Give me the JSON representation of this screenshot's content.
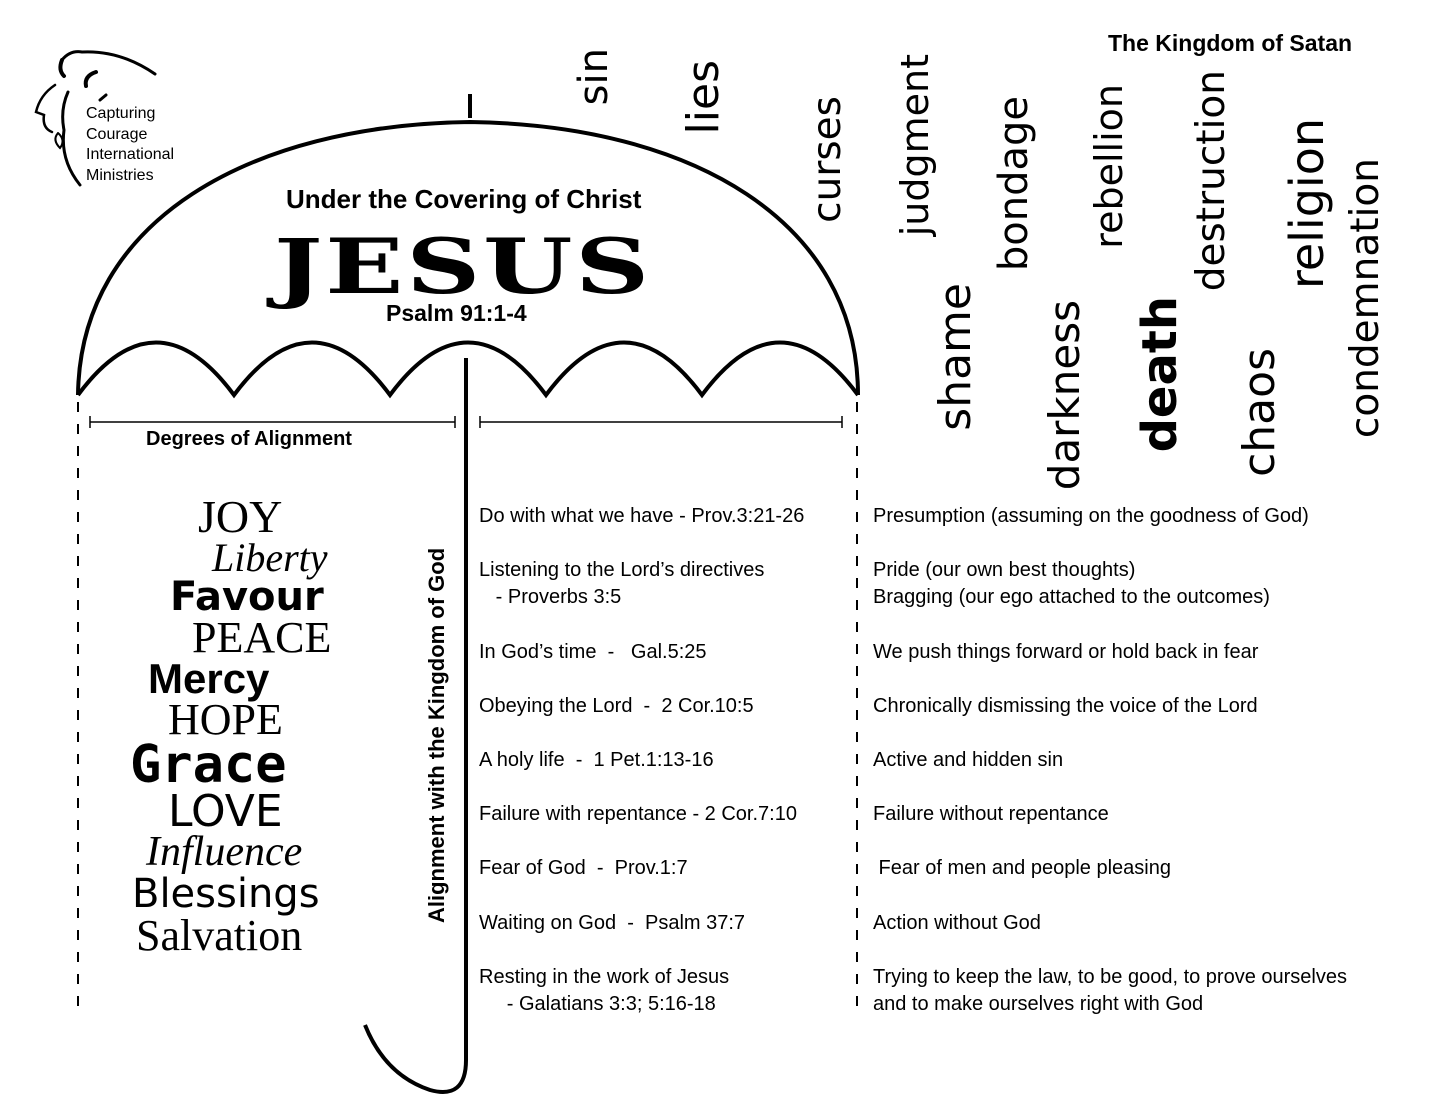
{
  "logo": {
    "lines": [
      "Capturing",
      "Courage",
      "International",
      "Ministries"
    ]
  },
  "kingdom_of_satan": {
    "title": "The Kingdom of Satan",
    "words": [
      "sin",
      "lies",
      "curses",
      "judgment",
      "bondage",
      "rebellion",
      "destruction",
      "religion",
      "condemnation",
      "shame",
      "darkness",
      "death",
      "chaos"
    ]
  },
  "umbrella": {
    "subtitle": "Under the Covering of Christ",
    "title": "JESUS",
    "verse": "Psalm 91:1-4"
  },
  "degrees_label": "Degrees of Alignment",
  "alignment_label": "Alignment with the Kingdom of God",
  "virtues": [
    "JOY",
    "Liberty",
    "Favour",
    "PEACE",
    "Mercy",
    "HOPE",
    "Grace",
    "LOVE",
    "Influence",
    "Blessings",
    "Salvation"
  ],
  "rows": [
    {
      "left": "Do with what we have - Prov.3:21-26",
      "right": "Presumption (assuming on the goodness of God)"
    },
    {
      "left": "Listening to the Lord’s directives\n   - Proverbs 3:5",
      "right": "Pride (our own best thoughts)\nBragging (our ego attached to the outcomes)"
    },
    {
      "left": "In God’s time  -   Gal.5:25",
      "right": "We push things forward or hold back in fear"
    },
    {
      "left": "Obeying the Lord  -  2 Cor.10:5",
      "right": "Chronically dismissing the voice of the Lord"
    },
    {
      "left": "A holy life  -  1 Pet.1:13-16",
      "right": "Active and hidden sin"
    },
    {
      "left": "Failure with repentance - 2 Cor.7:10",
      "right": "Failure without repentance"
    },
    {
      "left": "Fear of God  -  Prov.1:7",
      "right": " Fear of men and people pleasing"
    },
    {
      "left": "Waiting on God  -  Psalm 37:7",
      "right": "Action without God"
    },
    {
      "left": "Resting in the work of Jesus\n     - Galatians 3:3; 5:16-18",
      "right": "Trying to keep the law, to be good, to prove ourselves\nand to make ourselves right with God"
    }
  ]
}
